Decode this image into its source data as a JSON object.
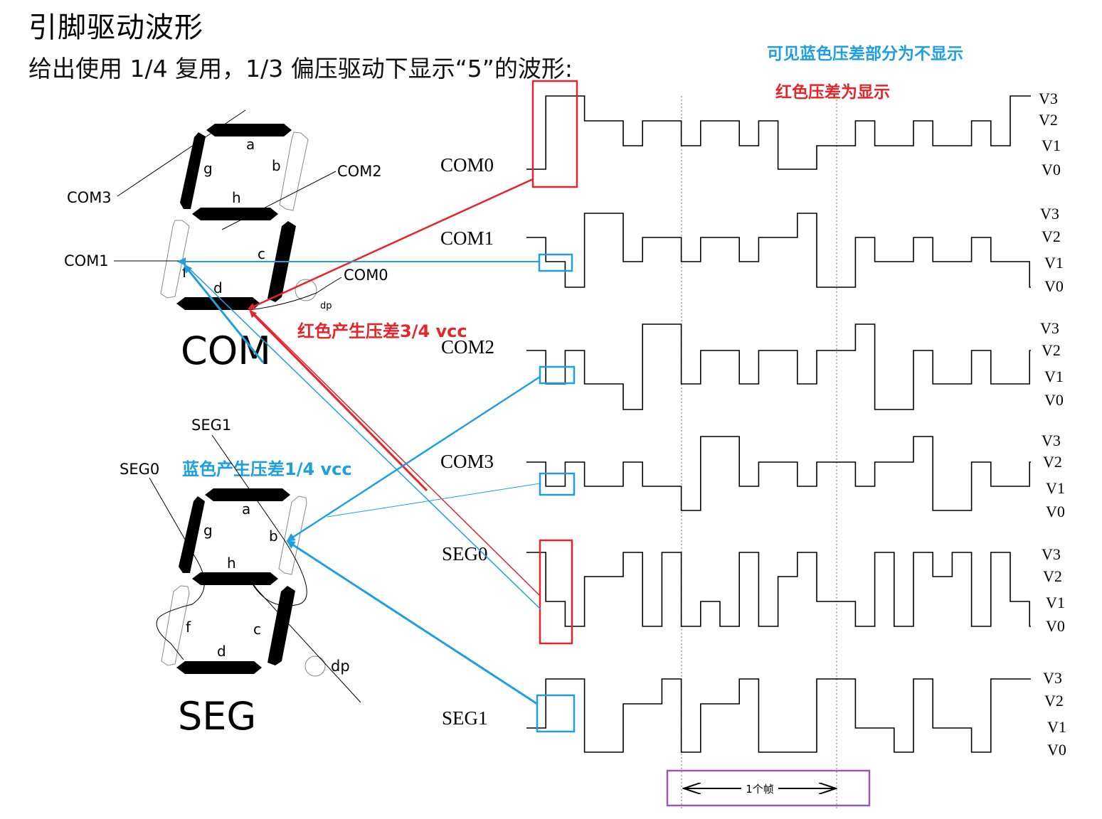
{
  "title": "引脚驱动波形",
  "subtitle": "给出使用 1/4 复用，1/3 偏压驱动下显示“5”的波形:",
  "notes": {
    "blue": "可见蓝色压差部分为不显示",
    "red": "红色压差为显示"
  },
  "annotations": {
    "red_diff": "红色产生压差3/4 vcc",
    "blue_diff": "蓝色产生压差1/4 vcc",
    "frame": "1个帧"
  },
  "com_digit": {
    "caption": "COM",
    "segments": {
      "a": "a",
      "b": "b",
      "c": "c",
      "d": "d",
      "f": "f",
      "g": "g",
      "h": "h",
      "dp": "dp"
    },
    "lines": {
      "com0": "COM0",
      "com1": "COM1",
      "com2": "COM2",
      "com3": "COM3"
    }
  },
  "seg_digit": {
    "caption": "SEG",
    "segments": {
      "a": "a",
      "b": "b",
      "c": "c",
      "d": "d",
      "f": "f",
      "g": "g",
      "h": "h",
      "dp": "dp"
    },
    "lines": {
      "seg0": "SEG0",
      "seg1": "SEG1"
    }
  },
  "waveforms": [
    {
      "name": "COM0",
      "levels": [
        "V3",
        "V2",
        "V1",
        "V0"
      ]
    },
    {
      "name": "COM1",
      "levels": [
        "V3",
        "V2",
        "V1",
        "V0"
      ]
    },
    {
      "name": "COM2",
      "levels": [
        "V3",
        "V2",
        "V1",
        "V0"
      ]
    },
    {
      "name": "COM3",
      "levels": [
        "V3",
        "V2",
        "V1",
        "V0"
      ]
    },
    {
      "name": "SEG0",
      "levels": [
        "V3",
        "V2",
        "V1",
        "V0"
      ]
    },
    {
      "name": "SEG1",
      "levels": [
        "V3",
        "V2",
        "V1",
        "V0"
      ]
    }
  ],
  "colors": {
    "red": "#e8242b",
    "blue": "#1f9fe0",
    "purple": "#9b59b6"
  }
}
